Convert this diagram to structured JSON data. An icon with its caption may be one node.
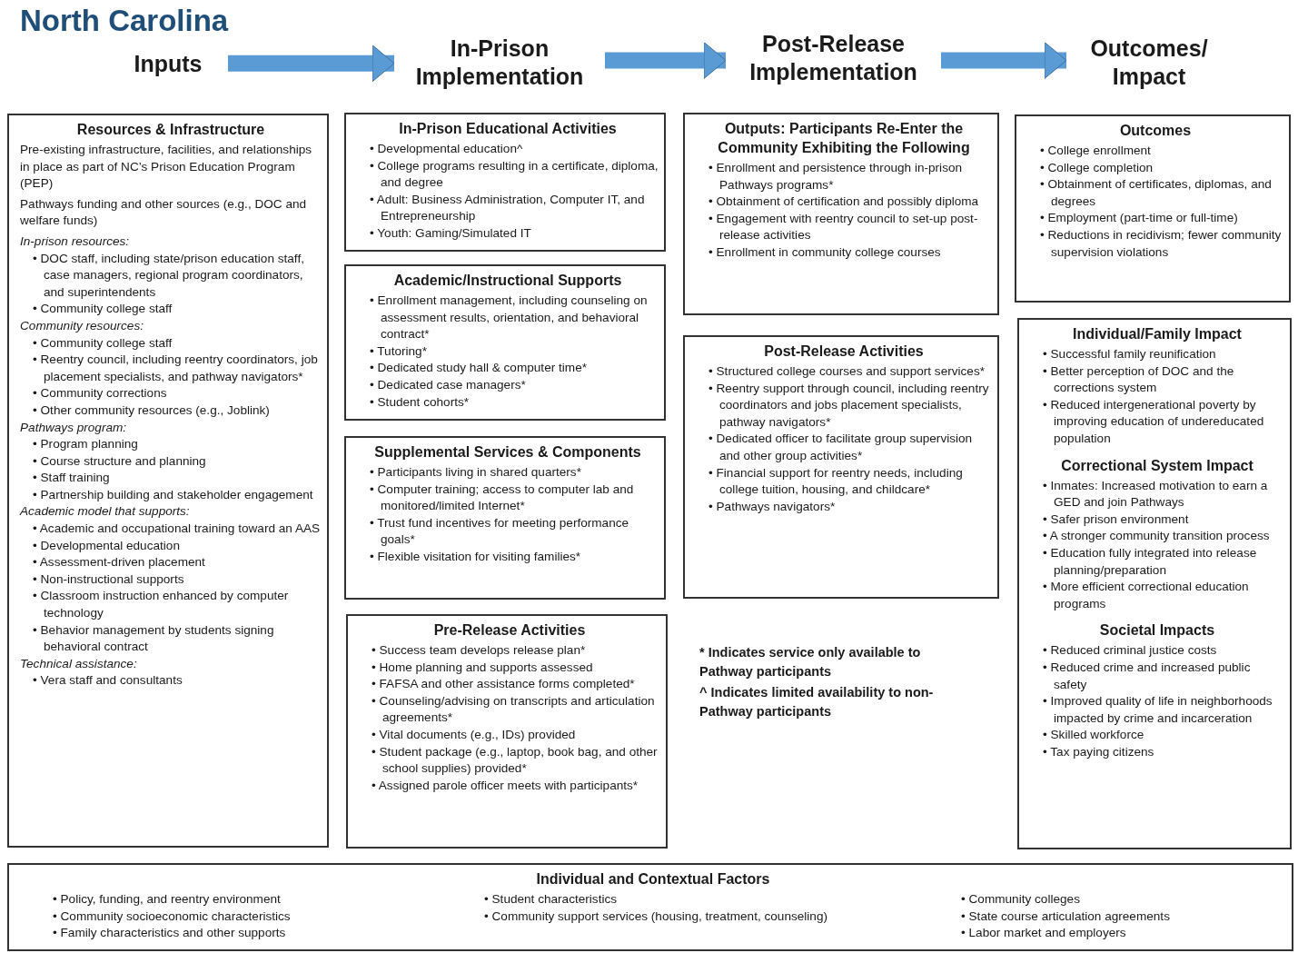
{
  "diagram": {
    "title": "North Carolina",
    "nodes": [
      {
        "text": [
          "Inputs"
        ]
      },
      {
        "text": [
          "In-Prison Implementation"
        ]
      },
      {
        "text": [
          "Post-Release Implementation"
        ]
      },
      {
        "text": [
          "Outcomes/ Impact"
        ]
      },
      {
        "text": [
          "Resources & Infrastructure",
          "Pre-existing infrastructure, facilities, and relationships in place as part of NC’s Prison Education Program (PEP)",
          "Pathways funding and other sources (e.g., DOC and welfare funds)",
          "In-prison resources:",
          "• DOC staff, including state/prison education staff, case managers, regional program coordinators, and superintendents",
          "• Community college staff",
          "Community resources:",
          "• Community college staff",
          "• Reentry council, including reentry coordinators, job placement specialists, and pathway navigators*",
          "• Community corrections",
          "• Other community resources (e.g., Joblink)",
          "Pathways program:",
          "• Program planning",
          "• Course structure and planning",
          "• Staff training",
          "• Partnership building and stakeholder engagement",
          "Academic model that supports:",
          "• Academic and occupational training toward an AAS",
          "• Developmental education",
          "• Assessment-driven placement",
          "• Non-instructional supports",
          "• Classroom instruction enhanced by computer technology",
          "• Behavior management by students signing behavioral contract",
          "Technical assistance:",
          "• Vera staff and consultants"
        ]
      },
      {
        "text": [
          "In-Prison Educational Activities",
          "• Developmental education^",
          "• College programs resulting in a certificate, diploma, and degree",
          "• Adult: Business Administration, Computer IT, and Entrepreneurship",
          "• Youth: Gaming/Simulated IT"
        ]
      },
      {
        "text": [
          "Academic/Instructional Supports",
          "• Enrollment management, including counseling on assessment results, orientation, and behavioral contract*",
          "• Tutoring*",
          "• Dedicated study hall & computer time*",
          "• Dedicated case managers*",
          "• Student cohorts*"
        ]
      },
      {
        "text": [
          "Supplemental Services & Components",
          "• Participants living in shared quarters*",
          "• Computer training; access to computer lab and monitored/limited Internet*",
          "• Trust fund incentives for meeting performance goals*",
          "• Flexible visitation for visiting families*"
        ]
      },
      {
        "text": [
          "Pre-Release Activities",
          "• Success team develops release plan*",
          "• Home planning and supports assessed",
          "• FAFSA and other assistance forms completed*",
          "• Counseling/advising on transcripts and articulation agreements*",
          "• Vital documents (e.g., IDs) provided",
          "• Student package (e.g., laptop, book bag, and other school supplies) provided*",
          "• Assigned parole officer meets with participants*"
        ]
      },
      {
        "text": [
          "Outputs: Participants Re-Enter the Community Exhibiting the Following",
          "• Enrollment and persistence through in-prison Pathways programs*",
          "• Obtainment of certification and possibly diploma",
          "• Engagement with reentry council to set-up post-release activities",
          "• Enrollment in community college courses"
        ]
      },
      {
        "text": [
          "Post-Release Activities",
          "• Structured college courses and support services*",
          "• Reentry support through council, including reentry coordinators and jobs placement specialists, pathway navigators*",
          "• Dedicated officer to facilitate group supervision and other group activities*",
          "• Financial support for reentry needs, including college tuition, housing, and childcare*",
          "• Pathways navigators*"
        ]
      },
      {
        "text": [
          "Outcomes",
          "• College enrollment",
          "• College completion",
          "• Obtainment of certificates, diplomas, and degrees",
          "• Employment (part-time or full-time)",
          "• Reductions in recidivism; fewer community supervision violations"
        ]
      },
      {
        "text": [
          "Individual/Family Impact",
          "• Successful family reunification",
          "• Better perception of DOC and the corrections system",
          "• Reduced intergenerational poverty by improving education of undereducated population",
          "Correctional System Impact",
          "• Inmates: Increased motivation to earn a GED and join Pathways",
          "• Safer prison environment",
          "• A stronger community transition process",
          "• Education fully integrated into release planning/preparation",
          "• More efficient correctional education programs",
          "Societal Impacts",
          "• Reduced criminal justice costs",
          "• Reduced crime and increased public safety",
          "• Improved quality of life in neighborhoods impacted by crime and incarceration",
          "• Skilled workforce",
          "• Tax paying citizens"
        ]
      },
      {
        "text": [
          "Individual and Contextual Factors",
          "• Policy, funding, and reentry environment",
          "• Community socioeconomic characteristics",
          "• Family characteristics and other supports",
          "• Student characteristics",
          "• Community support services (housing, treatment, counseling)",
          "• Community colleges",
          "• State course articulation agreements",
          "• Labor market and employers"
        ]
      }
    ],
    "edges": [
      {
        "from": 0,
        "to": 1,
        "arrow": "to"
      },
      {
        "from": 1,
        "to": 2,
        "arrow": "to"
      },
      {
        "from": 2,
        "to": 3,
        "arrow": "to"
      }
    ],
    "labels": [
      "* Indicates service only available to Pathway participants",
      "^ Indicates limited availability to non-Pathway participants"
    ]
  }
}
